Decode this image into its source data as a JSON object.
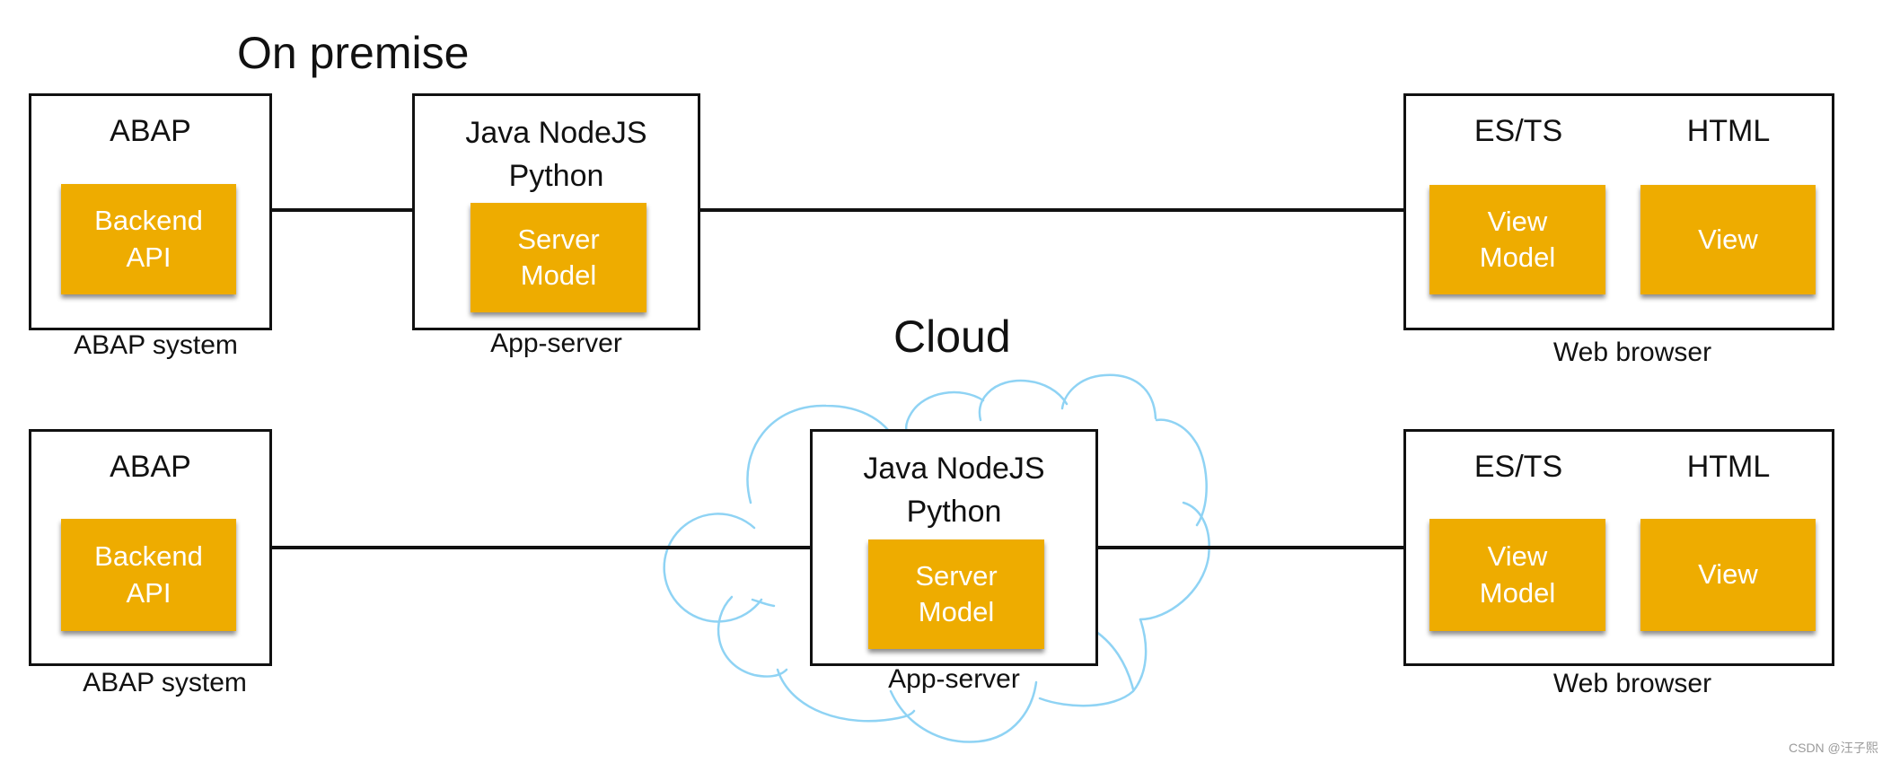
{
  "sections": {
    "on_premise_title": "On premise",
    "cloud_title": "Cloud"
  },
  "on_premise": {
    "abap_system": {
      "heading": "ABAP",
      "component": [
        "Backend",
        "API"
      ],
      "caption": "ABAP system"
    },
    "app_server": {
      "heading": [
        "Java NodeJS",
        "Python"
      ],
      "component": [
        "Server",
        "Model"
      ],
      "caption": "App-server"
    },
    "web_browser": {
      "headings": [
        "ES/TS",
        "HTML"
      ],
      "components": [
        [
          "View",
          "Model"
        ],
        [
          "View"
        ]
      ],
      "caption": "Web browser"
    }
  },
  "cloud": {
    "abap_system": {
      "heading": "ABAP",
      "component": [
        "Backend",
        "API"
      ],
      "caption": "ABAP system"
    },
    "app_server": {
      "heading": [
        "Java NodeJS",
        "Python"
      ],
      "component": [
        "Server",
        "Model"
      ],
      "caption": "App-server"
    },
    "web_browser": {
      "headings": [
        "ES/TS",
        "HTML"
      ],
      "components": [
        [
          "View",
          "Model"
        ],
        [
          "View"
        ]
      ],
      "caption": "Web browser"
    }
  },
  "colors": {
    "component_fill": "#EEAC00",
    "cloud_stroke": "#8FD3F4",
    "border": "#111111"
  },
  "watermark": "CSDN @汪子熙"
}
